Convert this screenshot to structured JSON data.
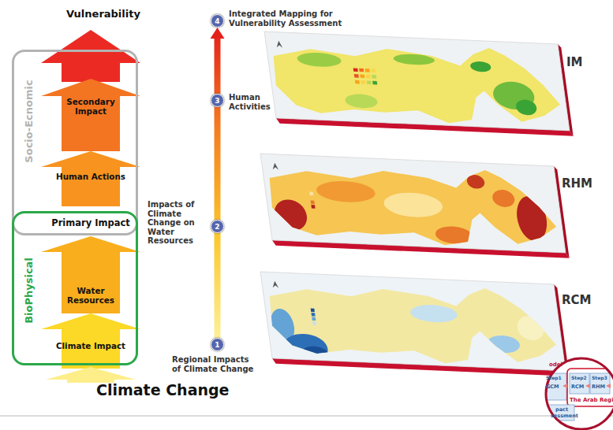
{
  "diagram": {
    "nodes": [
      {
        "text": [
          "Socio-Ecnomic"
        ]
      },
      {
        "text": [
          "Secondary Impact"
        ],
        "in": 0
      },
      {
        "text": [
          "Human Actions"
        ],
        "in": 0
      },
      {
        "text": [
          "Primary Impact"
        ]
      },
      {
        "text": [
          "BioPhysical"
        ]
      },
      {
        "text": [
          "Water Resources"
        ],
        "in": 4
      },
      {
        "text": [
          "Climate Impact"
        ],
        "in": 4
      },
      {
        "text": [
          "1"
        ]
      },
      {
        "text": [
          "2"
        ]
      },
      {
        "text": [
          "3"
        ]
      },
      {
        "text": [
          "4"
        ]
      }
    ],
    "edges": [
      {
        "from": 7,
        "to": 8,
        "arrow": "none"
      },
      {
        "from": 8,
        "to": 9,
        "arrow": "none"
      },
      {
        "from": 9,
        "to": 10,
        "arrow": "to"
      }
    ],
    "labels": [
      "Vulnerability",
      "Climate Change",
      "Integrated Mapping for Vulnerability Assessment",
      "Human Activities",
      "Impacts of Climate Change on Water Resources",
      "Regional Impacts of Climate Change",
      "IM",
      "RHM",
      "RCM",
      "odel",
      "Step1",
      "Step2",
      "Step3",
      "GCM",
      "RCM",
      "RHM",
      "The Arab Regi",
      "pact",
      "sessment"
    ]
  }
}
